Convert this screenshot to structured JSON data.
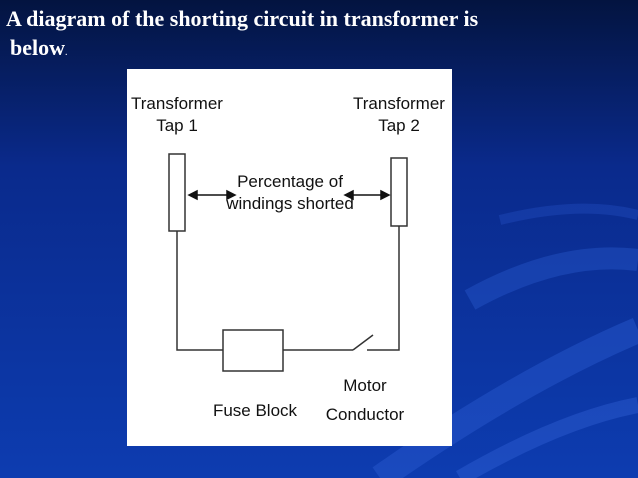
{
  "slide": {
    "title_line1": "A diagram of the shorting circuit in transformer is",
    "title_line2": "below",
    "title_period": "."
  },
  "diagram": {
    "tap1_label_line1": "Transformer",
    "tap1_label_line2": "Tap 1",
    "tap2_label_line1": "Transformer",
    "tap2_label_line2": "Tap 2",
    "middle_label_line1": "Percentage of",
    "middle_label_line2": "windings shorted",
    "fuse_label": "Fuse Block",
    "motor_label_line1": "Motor",
    "motor_label_line2": "Conductor"
  },
  "colors": {
    "title_text": "#ffffff",
    "background": "#0d3cb0",
    "panel": "#ffffff",
    "line": "#333333"
  }
}
